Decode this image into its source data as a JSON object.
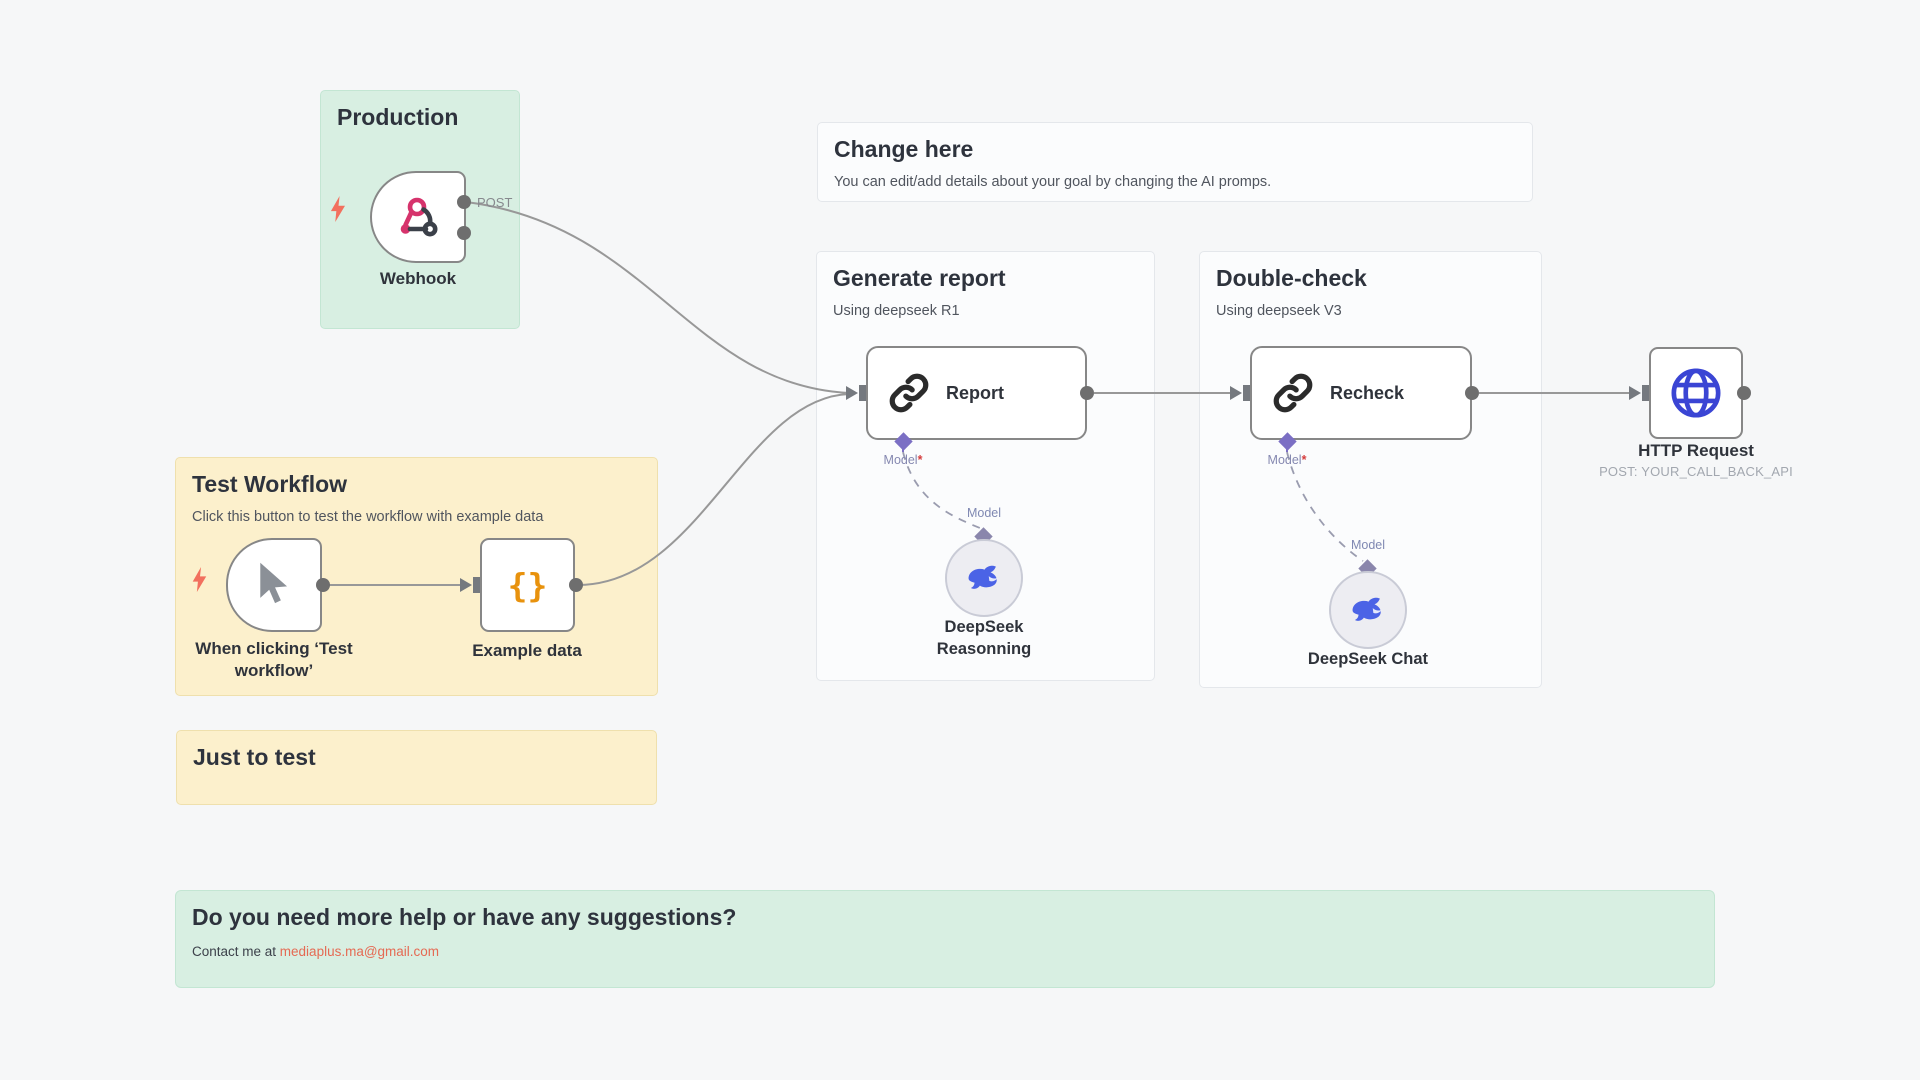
{
  "groups": {
    "production": {
      "title": "Production"
    },
    "test_workflow": {
      "title": "Test Workflow",
      "subtitle": "Click this button to test the workflow with example data"
    },
    "just_to_test": {
      "title": "Just to test"
    },
    "change_here": {
      "title": "Change here",
      "subtitle": "You can edit/add details about your goal by changing the AI promps."
    },
    "generate_report": {
      "title": "Generate report",
      "subtitle": "Using deepseek R1"
    },
    "double_check": {
      "title": "Double-check",
      "subtitle": "Using deepseek V3"
    },
    "help": {
      "title": "Do you need more help or have any suggestions?",
      "contact_prefix": "Contact me at ",
      "contact_email": "mediaplus.ma@gmail.com"
    }
  },
  "nodes": {
    "webhook": {
      "label": "Webhook",
      "output_port_label": "POST",
      "icon": "webhook-icon"
    },
    "manual_trigger": {
      "label": "When clicking ‘Test workflow’",
      "icon": "cursor-icon"
    },
    "example_data": {
      "label": "Example data",
      "icon": "curly-braces-icon",
      "glyph": "{}"
    },
    "report": {
      "label": "Report",
      "icon": "link-icon",
      "model_port_label": "Model",
      "required_mark": "*"
    },
    "recheck": {
      "label": "Recheck",
      "icon": "link-icon",
      "model_port_label": "Model",
      "required_mark": "*"
    },
    "deepseek_reasonning": {
      "label": "DeepSeek Reasonning",
      "port_label": "Model",
      "icon": "whale-icon"
    },
    "deepseek_chat": {
      "label": "DeepSeek Chat",
      "port_label": "Model",
      "icon": "whale-icon"
    },
    "http_request": {
      "label": "HTTP Request",
      "sublabel": "POST: YOUR_CALL_BACK_API",
      "icon": "globe-icon"
    }
  },
  "colors": {
    "canvas_bg": "#f6f7f8",
    "group_green_bg": "#d8efe2",
    "group_yellow_bg": "#fcf0cc",
    "group_light_bg": "#fbfcfd",
    "node_border": "#878787",
    "wire": "#989898",
    "model_diamond": "#7b6fc4",
    "model_label": "#8588b0",
    "required_mark": "#d53d3d",
    "email_link": "#e56a53",
    "trigger_bolt": "#f2705e",
    "webhook_crimson": "#d6336c",
    "deepseek_blue": "#4b63e6",
    "globe_blue": "#3a45d4",
    "braces_orange": "#e8920d"
  }
}
